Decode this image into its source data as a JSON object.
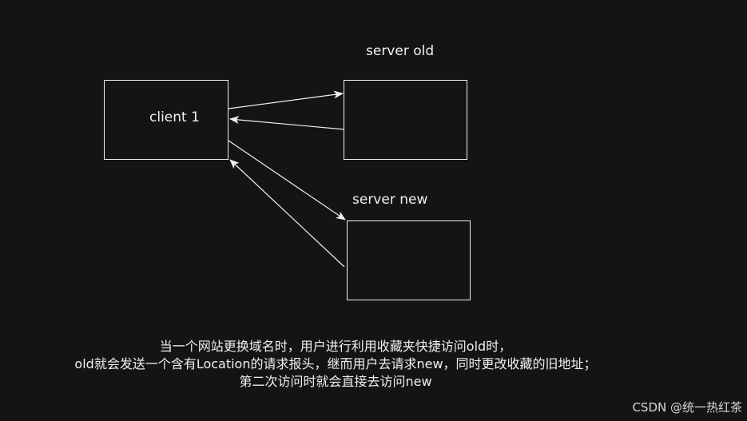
{
  "nodes": {
    "client": "client 1",
    "server_old": "server old",
    "server_new": "server new"
  },
  "caption": {
    "line1": "当一个网站更换域名时，用户进行利用收藏夹快捷访问old时，",
    "line2": "old就会发送一个含有Location的请求报头，继而用户去请求new，同时更改收藏的旧地址；",
    "line3": "第二次访问时就会直接去访问new"
  },
  "watermark": "CSDN @统一热红茶",
  "colors": {
    "background": "#141414",
    "foreground": "#f0f0f0"
  }
}
